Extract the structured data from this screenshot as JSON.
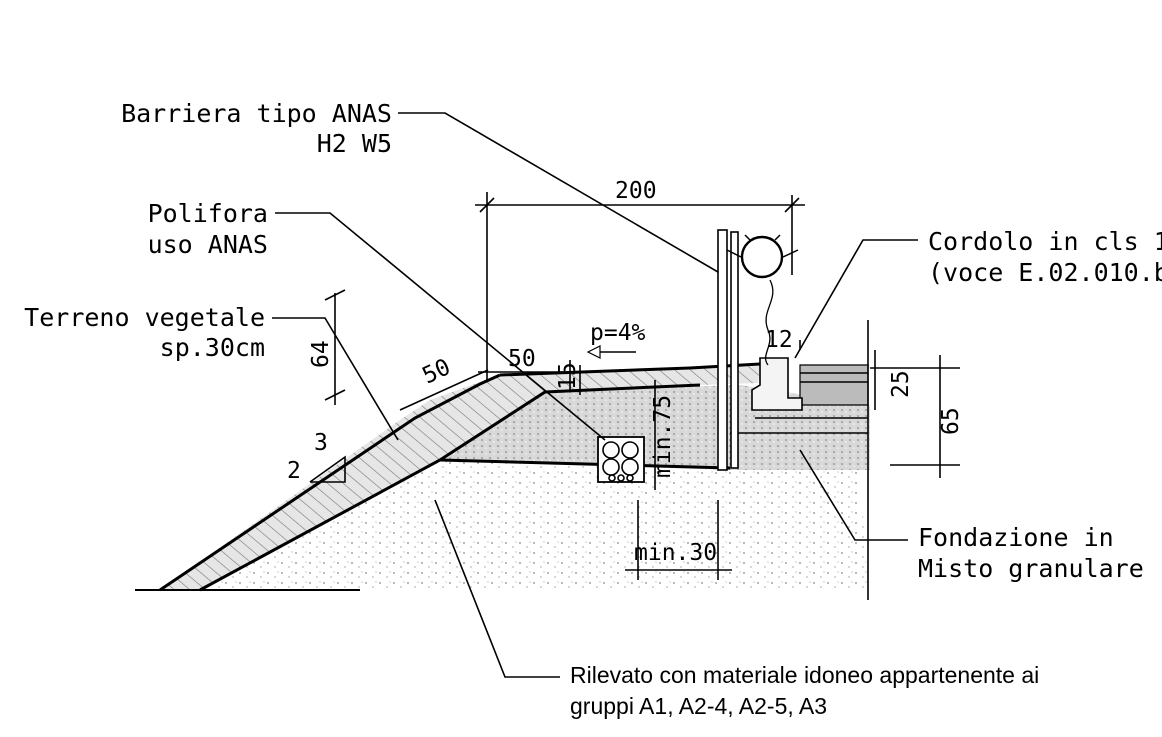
{
  "labels": {
    "barrier_1": "Barriera tipo ANAS",
    "barrier_2": "H2 W5",
    "polifora_1": "Polifora",
    "polifora_2": "uso ANAS",
    "terreno_1": "Terreno vegetale",
    "terreno_2": "sp.30cm",
    "cordolo_1": "Cordolo in cls 1",
    "cordolo_2": "(voce E.02.010.b",
    "fondazione_1": "Fondazione in",
    "fondazione_2": "Misto granulare",
    "rilevato_1": "Rilevato con materiale idoneo appartenente ai",
    "rilevato_2": "gruppi A1, A2-4, A2-5, A3"
  },
  "dimensions": {
    "d200": "200",
    "d50_top": "50",
    "d50_slope": "50",
    "d64": "64",
    "slope_p": "p=4%",
    "d15": "15",
    "min75": "min.75",
    "d12": "12",
    "d25": "25",
    "d65": "65",
    "min30": "min.30",
    "ratio_rise": "2",
    "ratio_run": "3"
  }
}
